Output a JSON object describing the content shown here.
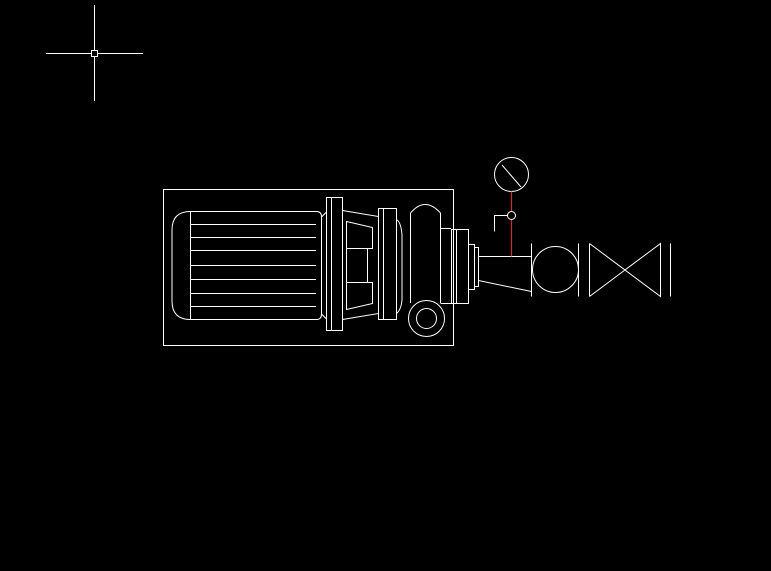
{
  "canvas": {
    "background": "#000000",
    "stroke_color": "#ffffff",
    "accent_color": "#d9262b"
  },
  "cursor": {
    "icon": "crosshair-cursor-icon"
  },
  "drawing": {
    "symbols": [
      "baseplate",
      "electric-motor",
      "motor-coupling-flange",
      "bearing-housing",
      "pump-adapter-flange",
      "pump-volute-casing",
      "pump-inlet-port",
      "discharge-flange",
      "discharge-reducer",
      "pressure-gauge",
      "gauge-tap-valve",
      "check-valve",
      "gate-valve"
    ]
  }
}
